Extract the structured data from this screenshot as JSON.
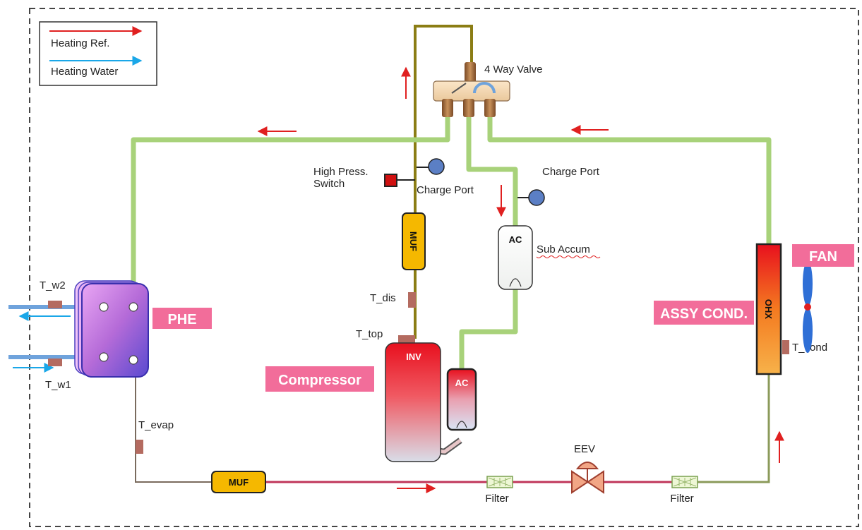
{
  "legend": {
    "heating_ref": "Heating Ref.",
    "heating_water": "Heating Water"
  },
  "labels": {
    "four_way_valve": "4 Way  Valve",
    "high_press_switch_line1": "High Press.",
    "high_press_switch_line2": "Switch",
    "charge_port_left": "Charge  Port",
    "charge_port_right": "Charge  Port",
    "muf_vertical": "MUF",
    "sub_accum_ac": "AC",
    "sub_accum": "Sub Accum",
    "t_w2": "T_w2",
    "t_w1": "T_w1",
    "t_dis": "T_dis",
    "t_top": "T_top",
    "t_evap": "T_evap",
    "t_cond": "T_cond",
    "inv": "INV",
    "compressor_ac": "AC",
    "ohx": "OHX",
    "muf_bottom": "MUF",
    "eev": "EEV",
    "filter_left": "Filter",
    "filter_right": "Filter"
  },
  "tags": {
    "phe": "PHE",
    "compressor": "Compressor",
    "assy_cond": "ASSY COND.",
    "fan": "FAN"
  },
  "colors": {
    "refrigerant_pipe": "#a8d27a",
    "discharge_pipe": "#8b7d14",
    "liquid_pipe": "#c0365a",
    "water_pipe": "#6fa3dc",
    "arrow_ref": "#e02020",
    "arrow_water": "#1aa7e8",
    "tag_bg": "#f26d9a",
    "sensor": "#b46b60",
    "muf": "#f5b800",
    "port": "#5b7fc5"
  }
}
